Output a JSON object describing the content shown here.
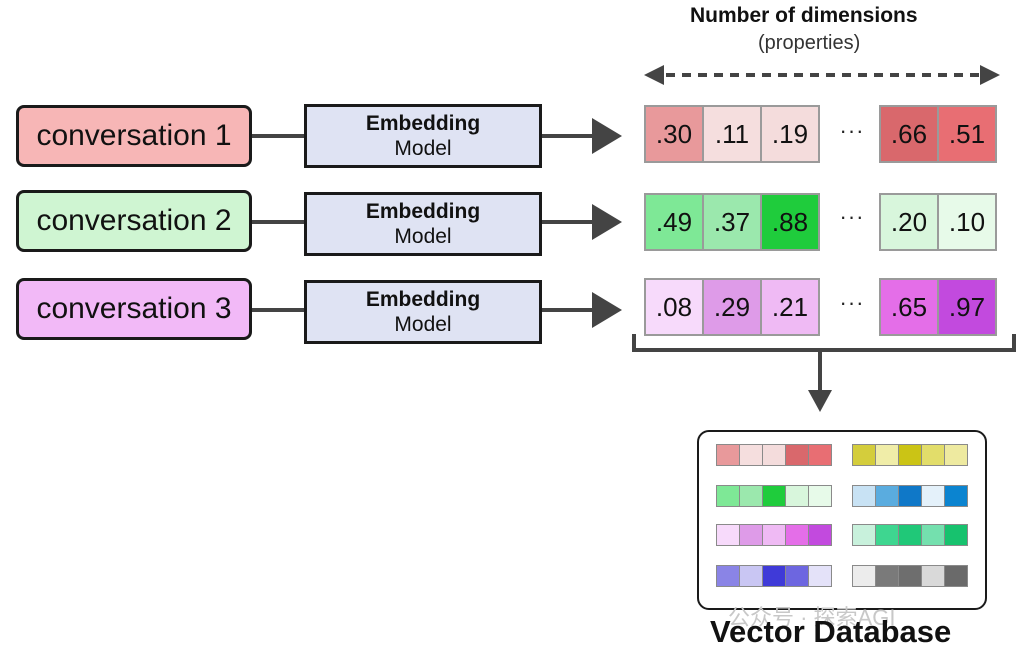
{
  "header": {
    "title": "Number of dimensions",
    "subtitle": "(properties)"
  },
  "rows": [
    {
      "conversation": "conversation 1",
      "conv_color": "#f7b6b6",
      "model_line1": "Embedding",
      "model_line2": "Model",
      "values": [
        ".30",
        ".11",
        ".19",
        ".66",
        ".51"
      ],
      "colors": [
        "#e8999b",
        "#f5dede",
        "#f4dcdc",
        "#d9686c",
        "#e86e73"
      ]
    },
    {
      "conversation": "conversation 2",
      "conv_color": "#cff5d2",
      "model_line1": "Embedding",
      "model_line2": "Model",
      "values": [
        ".49",
        ".37",
        ".88",
        ".20",
        ".10"
      ],
      "colors": [
        "#7ee896",
        "#9be8ad",
        "#1fcc3c",
        "#d8f6dc",
        "#e7fae9"
      ]
    },
    {
      "conversation": "conversation 3",
      "conv_color": "#f2b9f7",
      "model_line1": "Embedding",
      "model_line2": "Model",
      "values": [
        ".08",
        ".29",
        ".21",
        ".65",
        ".97"
      ],
      "colors": [
        "#f7dafb",
        "#de9be8",
        "#efbaf4",
        "#e46ee8",
        "#c24ade"
      ]
    }
  ],
  "ellipsis": "···",
  "database": {
    "label": "Vector Database",
    "left_rows": [
      [
        "#e8999b",
        "#f5dede",
        "#f4dcdc",
        "#d9686c",
        "#e86e73"
      ],
      [
        "#7ee896",
        "#9be8ad",
        "#1fcc3c",
        "#d8f6dc",
        "#e7fae9"
      ],
      [
        "#f7dafb",
        "#de9be8",
        "#efbaf4",
        "#e46ee8",
        "#c24ade"
      ],
      [
        "#8a84e6",
        "#c9c6f3",
        "#3f3ad8",
        "#6d66e0",
        "#e4e2f9"
      ]
    ],
    "right_rows": [
      [
        "#d4cd3c",
        "#f0eda8",
        "#cbc415",
        "#e2dd6a",
        "#eeeaa0"
      ],
      [
        "#c8e2f4",
        "#5aacdf",
        "#0f78c8",
        "#e4f1fa",
        "#0b84d0"
      ],
      [
        "#c8f1dc",
        "#3ed690",
        "#20c878",
        "#74e0ae",
        "#17c26e"
      ],
      [
        "#ececec",
        "#7a7a7a",
        "#6e6e6e",
        "#d9d9d9",
        "#6a6a6a"
      ]
    ]
  },
  "watermark": "公众号 · 探索AGI",
  "colors": {
    "stroke": "#1a1a1a",
    "arrow": "#444444",
    "model_fill": "#dfe3f3"
  }
}
